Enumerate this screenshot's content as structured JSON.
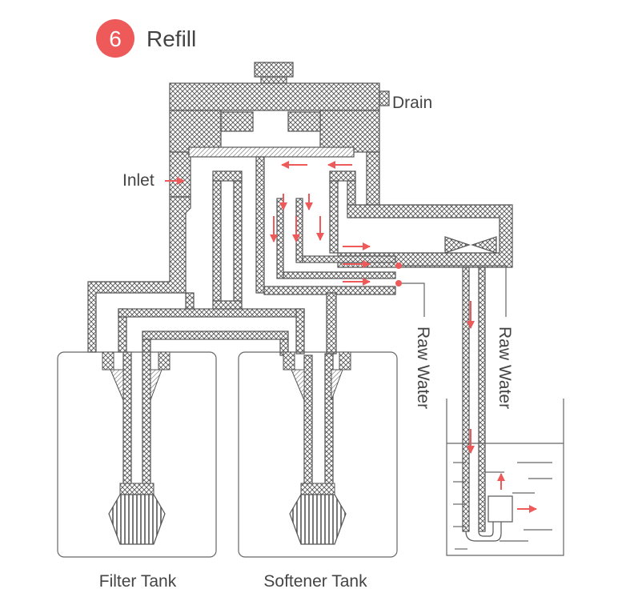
{
  "header": {
    "step_number": "6",
    "title": "Refill"
  },
  "labels": {
    "drain": "Drain",
    "inlet": "Inlet",
    "raw_water_1": "Raw Water",
    "raw_water_2": "Raw Water",
    "filter_tank": "Filter Tank",
    "softener_tank": "Softener Tank"
  },
  "colors": {
    "accent": "#ee5a5a",
    "outline": "#555555",
    "text": "#444444",
    "tank_line": "#666666"
  }
}
